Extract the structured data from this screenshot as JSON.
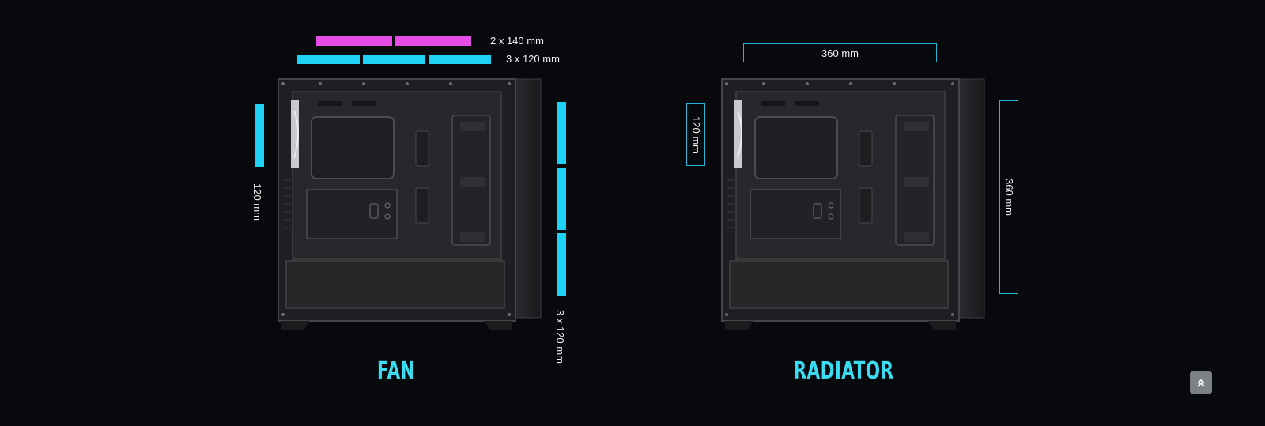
{
  "fan": {
    "title": "FAN",
    "top_140_label": "2 x 140 mm",
    "top_120_label": "3 x 120 mm",
    "rear_label": "120 mm",
    "front_label": "3 x 120 mm"
  },
  "radiator": {
    "title": "RADIATOR",
    "top_label": "360 mm",
    "rear_label": "120 mm",
    "front_label": "360 mm"
  },
  "colors": {
    "magenta": "#e64ce6",
    "cyan": "#1ed2f5",
    "title": "#39dcf0",
    "outline": "#29b4d9",
    "background": "#07090c"
  },
  "icons": {
    "scroll_top": "double-chevron-up-icon"
  }
}
